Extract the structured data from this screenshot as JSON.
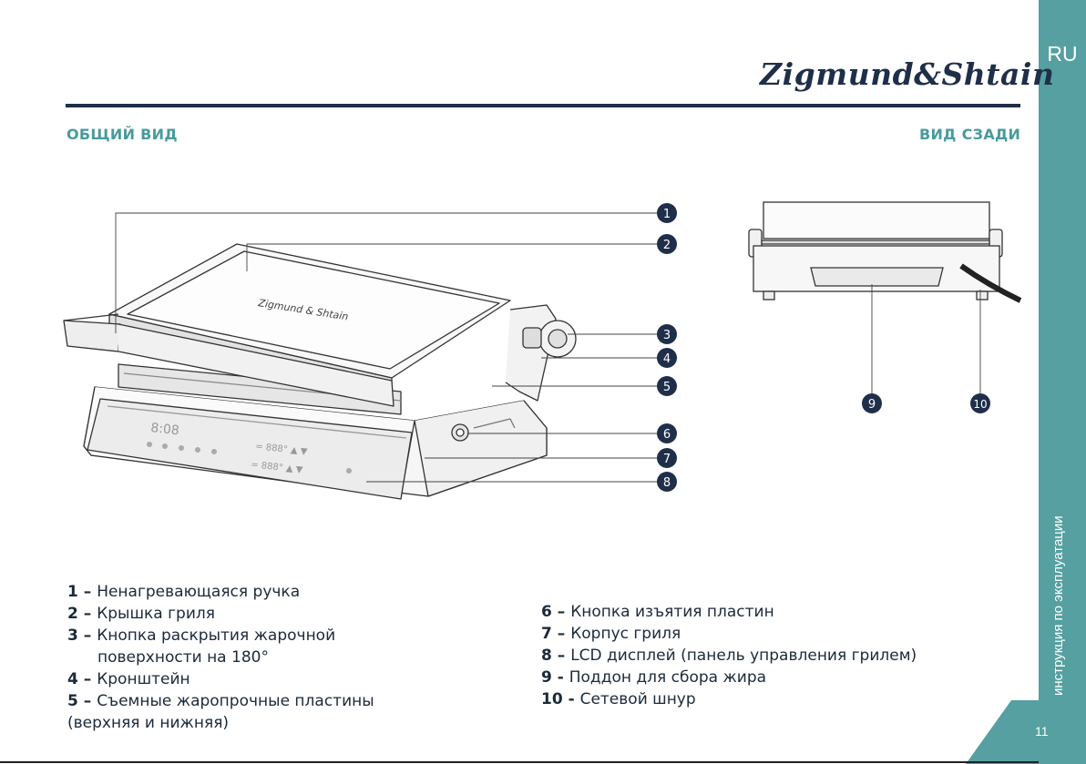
{
  "header": {
    "logo_text": "Zigmund&Shtain",
    "lang": "RU",
    "section_left": "ОБЩИЙ ВИД",
    "section_right": "ВИД СЗАДИ"
  },
  "sidebar": {
    "title": "инструкция по эксплуатации",
    "page_number": "11"
  },
  "diagram": {
    "lid_brand": "Zigmund & Shtain",
    "callouts": [
      "1",
      "2",
      "3",
      "4",
      "5",
      "6",
      "7",
      "8",
      "9",
      "10"
    ]
  },
  "legend_left": [
    {
      "num": "1",
      "sep": " – ",
      "text": "Ненагревающаяся ручка"
    },
    {
      "num": "2",
      "sep": " – ",
      "text": "Крышка гриля"
    },
    {
      "num": "3",
      "sep": " – ",
      "text": "Кнопка раскрытия жарочной"
    },
    {
      "num": "",
      "sep": "",
      "text": "поверхности на 180°"
    },
    {
      "num": "4",
      "sep": " – ",
      "text": "Кронштейн"
    },
    {
      "num": "5",
      "sep": " – ",
      "text": "Съемные жаропрочные пластины"
    },
    {
      "num": "",
      "sep": "",
      "text": "(верхняя и нижняя)"
    }
  ],
  "legend_right": [
    {
      "num": "6",
      "sep": " – ",
      "text": "Кнопка изъятия пластин"
    },
    {
      "num": "7",
      "sep": " – ",
      "text": "Корпус гриля"
    },
    {
      "num": "8",
      "sep": " – ",
      "text": "LCD дисплей (панель управления грилем)"
    },
    {
      "num": "9",
      "sep": " - ",
      "text": "Поддон для сбора жира"
    },
    {
      "num": "10",
      "sep": " - ",
      "text": "Сетевой шнур"
    }
  ]
}
